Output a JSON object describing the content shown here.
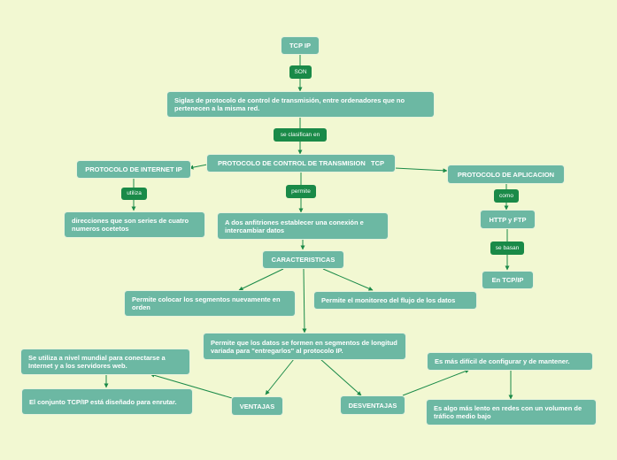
{
  "colors": {
    "background": "#f2f8d2",
    "node": "#6cb8a3",
    "link_label": "#1a8a48",
    "edge": "#1a8a48"
  },
  "nodes": {
    "tcp_ip": "TCP IP",
    "siglas": "Siglas de protocolo de control de transmisión, entre ordenadores que no pertenecen a la misma red.",
    "protocolo_tcp": "PROTOCOLO DE CONTROL DE TRANSMISION   TCP",
    "protocolo_ip": "PROTOCOLO DE INTERNET IP",
    "protocolo_app": "PROTOCOLO DE APLICACION",
    "direcciones": "direcciones que son series de cuatro numeros ocetetos",
    "anfitriones": "A dos anfitriones establecer una conexión e intercambiar datos",
    "http_ftp": "HTTP y FTP",
    "caracteristicas": "CARACTERISTICAS",
    "en_tcp_ip": "En TCP/IP",
    "colocar": "Permite colocar los segmentos nuevamente en orden",
    "monitoreo": "Permite el monitoreo del flujo de los datos",
    "segmentos": "Permite que los datos se formen en segmentos de longitud variada para \"entregarlos\" al protocolo IP.",
    "mundial": "Se utiliza a nivel mundial para conectarse a Internet y a los servidores web.",
    "enrutar": "El conjunto TCP/IP está diseñado para enrutar.",
    "ventajas": "VENTAJAS",
    "desventajas": "DESVENTAJAS",
    "dificil": "Es más difícil de configurar y de mantener.",
    "lento": "Es algo más lento en redes con un volumen de tráfico medio bajo"
  },
  "links": {
    "son": "SON",
    "se_clasifican": "se clasifican en",
    "utiliza": "utiliza",
    "permite": "permite",
    "como": "como",
    "se_basan": "se basan"
  }
}
